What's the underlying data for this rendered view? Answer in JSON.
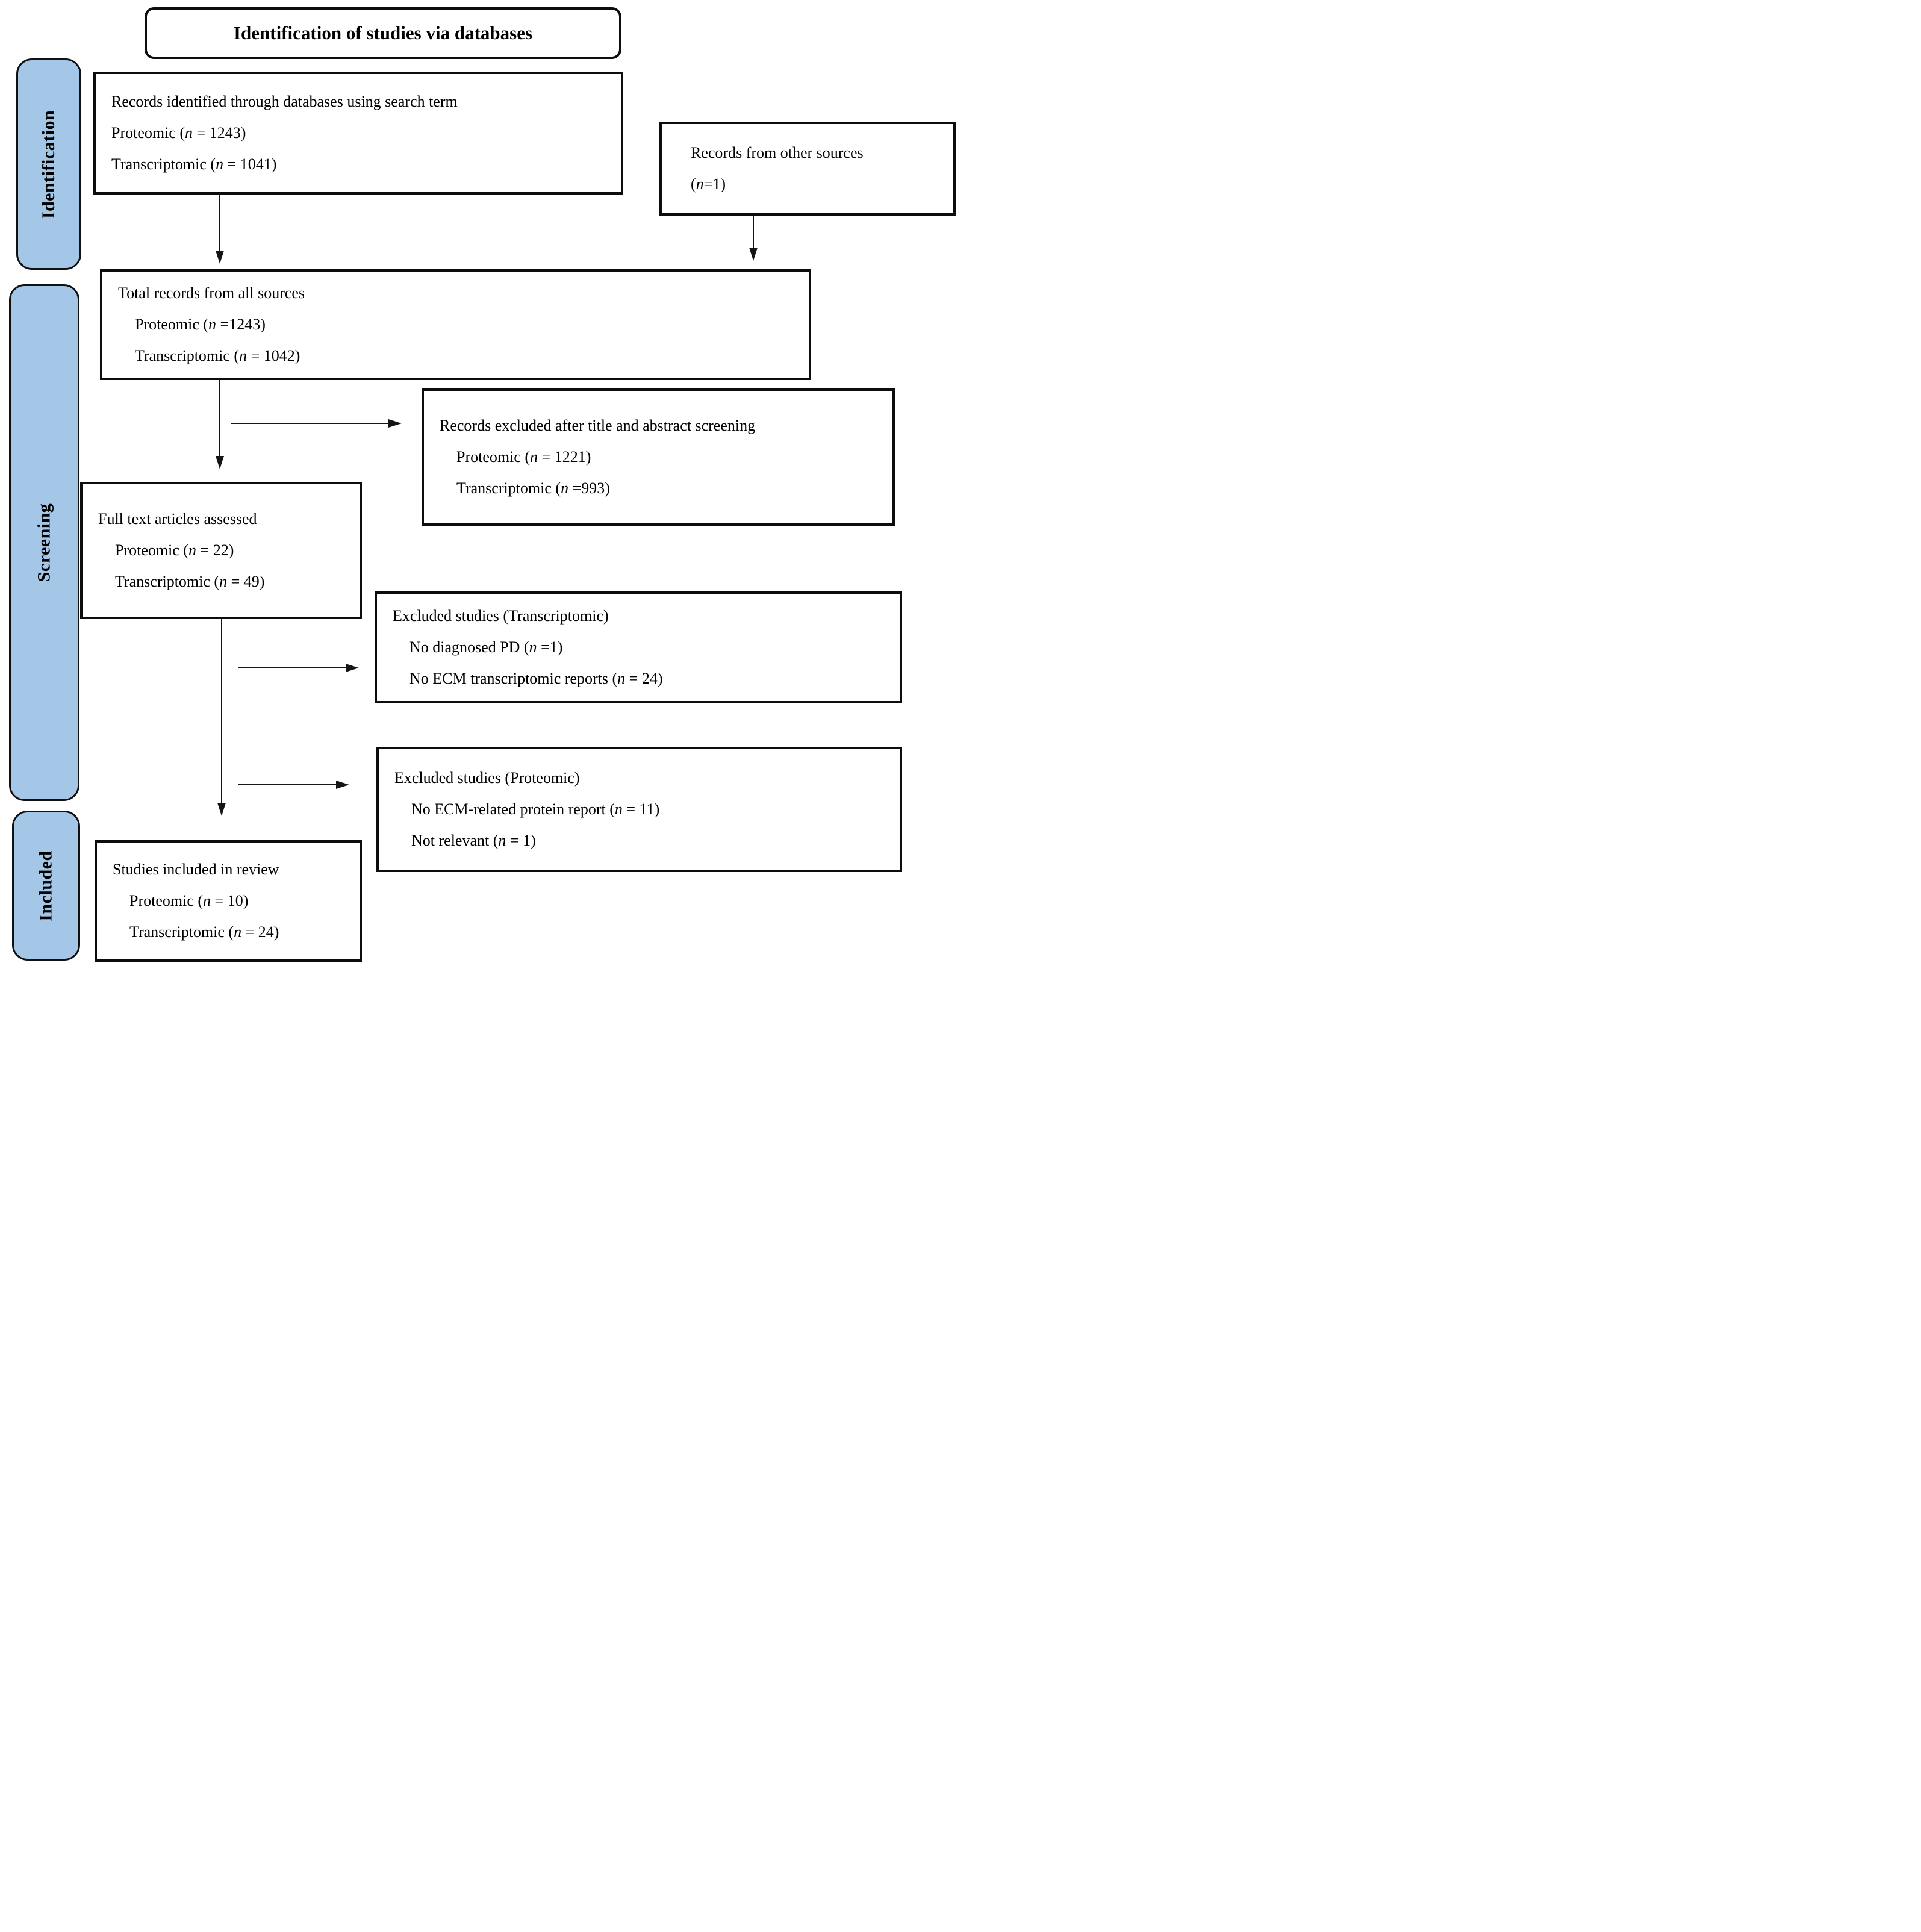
{
  "title": "Identification of studies via databases",
  "stages": {
    "identification": {
      "label": "Identification"
    },
    "screening": {
      "label": "Screening"
    },
    "included": {
      "label": "Included"
    }
  },
  "boxes": {
    "records_identified": {
      "lines": [
        "Records identified through databases using search term",
        "Proteomic (n = 1243)",
        "Transcriptomic (n = 1041)"
      ]
    },
    "other_sources": {
      "lines": [
        "Records from other sources",
        "(n=1)"
      ]
    },
    "total_records": {
      "lines": [
        "Total records from all sources",
        "Proteomic (n =1243)",
        "Transcriptomic (n = 1042)"
      ]
    },
    "records_excluded": {
      "lines": [
        "Records excluded after title and abstract screening",
        "Proteomic (n = 1221)",
        "Transcriptomic (n =993)"
      ]
    },
    "full_text_assessed": {
      "lines": [
        "Full text articles assessed",
        "Proteomic (n = 22)",
        "Transcriptomic (n = 49)"
      ]
    },
    "excluded_transcriptomic": {
      "lines": [
        "Excluded studies (Transcriptomic)",
        "No diagnosed PD (n =1)",
        "No ECM transcriptomic reports (n = 24)"
      ]
    },
    "excluded_proteomic": {
      "lines": [
        "Excluded studies (Proteomic)",
        "No ECM-related protein report (n = 11)",
        "Not relevant (n = 1)"
      ]
    },
    "included_in_review": {
      "lines": [
        "Studies included in review",
        "Proteomic (n = 10)",
        "Transcriptomic (n = 24)"
      ]
    }
  },
  "colors": {
    "stage_fill": "#a4c7e8",
    "box_border": "#0d0d0d",
    "line_color": "#151515",
    "background": "#ffffff"
  }
}
